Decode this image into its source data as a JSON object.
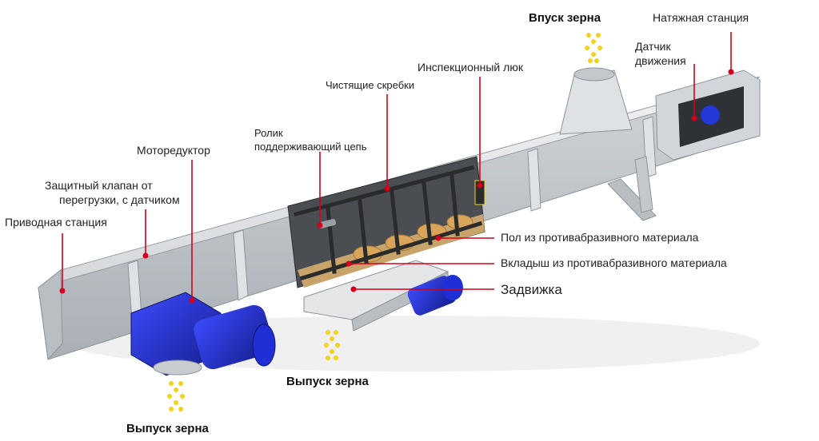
{
  "labels": {
    "tension_station": "Натяжная станция",
    "grain_inlet": "Впуск зерна",
    "motion_sensor_l1": "Датчик",
    "motion_sensor_l2": "движения",
    "inspection_hatch": "Инспекционный люк",
    "cleaning_scrapers": "Чистящие скребки",
    "roller_l1": "Ролик",
    "roller_l2": "поддерживающий цепь",
    "gearmotor": "Моторедуктор",
    "overload_valve_l1": "Защитный клапан от",
    "overload_valve_l2": "перегрузки, с датчиком",
    "drive_station": "Приводная станция",
    "floor_abrasion": "Пол из противабразивного материала",
    "liner_abrasion": "Вкладыш из противабразивного материала",
    "gate_valve": "Задвижка",
    "grain_outlet_mid": "Выпуск зерна",
    "grain_outlet_left": "Выпуск зерна"
  },
  "colors": {
    "leader": "#d4001a",
    "housing_light": "#e6e8ea",
    "housing_mid": "#c9cdd1",
    "housing_dark": "#9aa0a6",
    "motor": "#1f2fd6",
    "motor_dark": "#141d8c",
    "grain": "#f2d21a",
    "chain": "#3a3a3a",
    "floor": "#c8a36a"
  }
}
